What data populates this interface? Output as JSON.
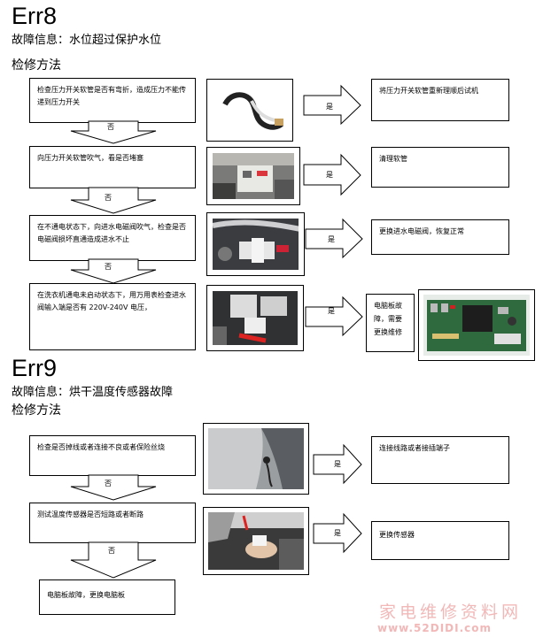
{
  "err8": {
    "code": "Err8",
    "fault_info": "故障信息：水位超过保护水位",
    "repair_method": "检修方法",
    "steps": [
      {
        "check": "检查压力开关软管是否有弯折，造成压力不能传递到压力开关",
        "yes": "是",
        "no": "否",
        "action": "将压力开关软管重新理顺后试机"
      },
      {
        "check": "向压力开关软管吹气，看是否堵塞",
        "yes": "是",
        "no": "否",
        "action": "清理软管"
      },
      {
        "check": "在不通电状态下，向进水电磁阀吹气，检查是否电磁阀损坏直通造成进水不止",
        "yes": "是",
        "no": "否",
        "action": "更换进水电磁阀，恢复正常"
      },
      {
        "check": "在洗衣机通电未启动状态下，用万用表检查进水阀输入端是否有 220V-240V 电压，",
        "yes": "是",
        "action": "电脑板故障，需要更换维修"
      }
    ]
  },
  "err9": {
    "code": "Err9",
    "fault_info": "故障信息：烘干温度传感器故障",
    "repair_method": "检修方法",
    "steps": [
      {
        "check": "检查是否掉线或者连接不良或者保险丝烧",
        "yes": "是",
        "no": "否",
        "action": "连接线路或者接插端子"
      },
      {
        "check": "测试温度传感器是否短路或者断路",
        "yes": "是",
        "no": "否",
        "action": "更换传感器"
      }
    ],
    "final": "电脑板故障，更换电脑板"
  },
  "watermark": {
    "cn": "家电维修资料网",
    "url": "www.52DIDI.com"
  },
  "colors": {
    "arrow_fill": "#ffffff",
    "stroke": "#000000",
    "watermark": "#f2b8b8"
  },
  "icons": [
    "hose-photo",
    "pressure-switch-photo",
    "solenoid-valve-photo",
    "valve-wiring-photo",
    "control-board-photo",
    "door-sensor-photo",
    "sensor-connector-photo"
  ]
}
